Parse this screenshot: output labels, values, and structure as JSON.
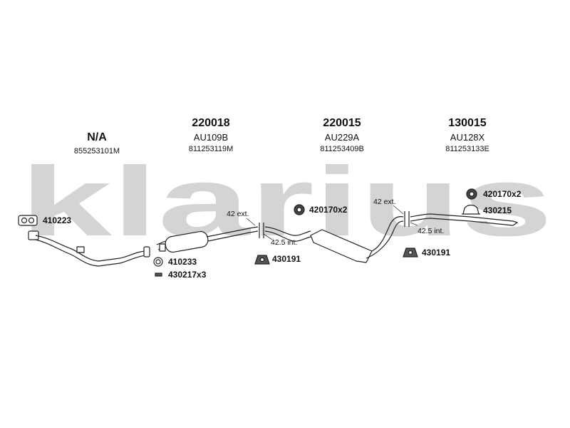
{
  "watermark": "klarius",
  "sections": [
    {
      "code": "N/A",
      "ref": "",
      "oem": "855253101M"
    },
    {
      "code": "220018",
      "ref": "AU109B",
      "oem": "811253119M"
    },
    {
      "code": "220015",
      "ref": "AU229A",
      "oem": "811253409B"
    },
    {
      "code": "130015",
      "ref": "AU128X",
      "oem": "811253133E"
    }
  ],
  "parts": {
    "p410223": "410223",
    "p410233": "410233",
    "p430217x3": "430217x3",
    "p420170x2_a": "420170x2",
    "p430191_a": "430191",
    "p430191_b": "430191",
    "p420170x2_b": "420170x2",
    "p430215": "430215"
  },
  "notes": {
    "ext_a": "42 ext.",
    "int_a": "42.5 int.",
    "ext_b": "42 ext.",
    "int_b": "42.5 int."
  },
  "colors": {
    "line": "#222222",
    "watermark": "#d4d4d4"
  }
}
